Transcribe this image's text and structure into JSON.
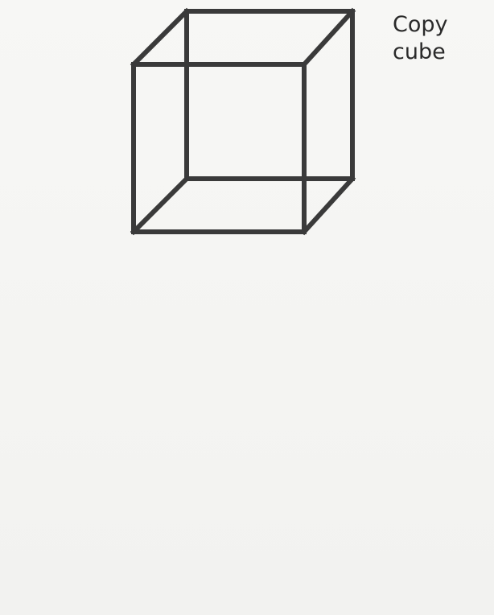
{
  "worksheet": {
    "instruction_line1": "Copy",
    "instruction_line2": "cube"
  },
  "figure": {
    "subject": "wire-frame-cube",
    "stroke_color": "#3a3a3a"
  }
}
